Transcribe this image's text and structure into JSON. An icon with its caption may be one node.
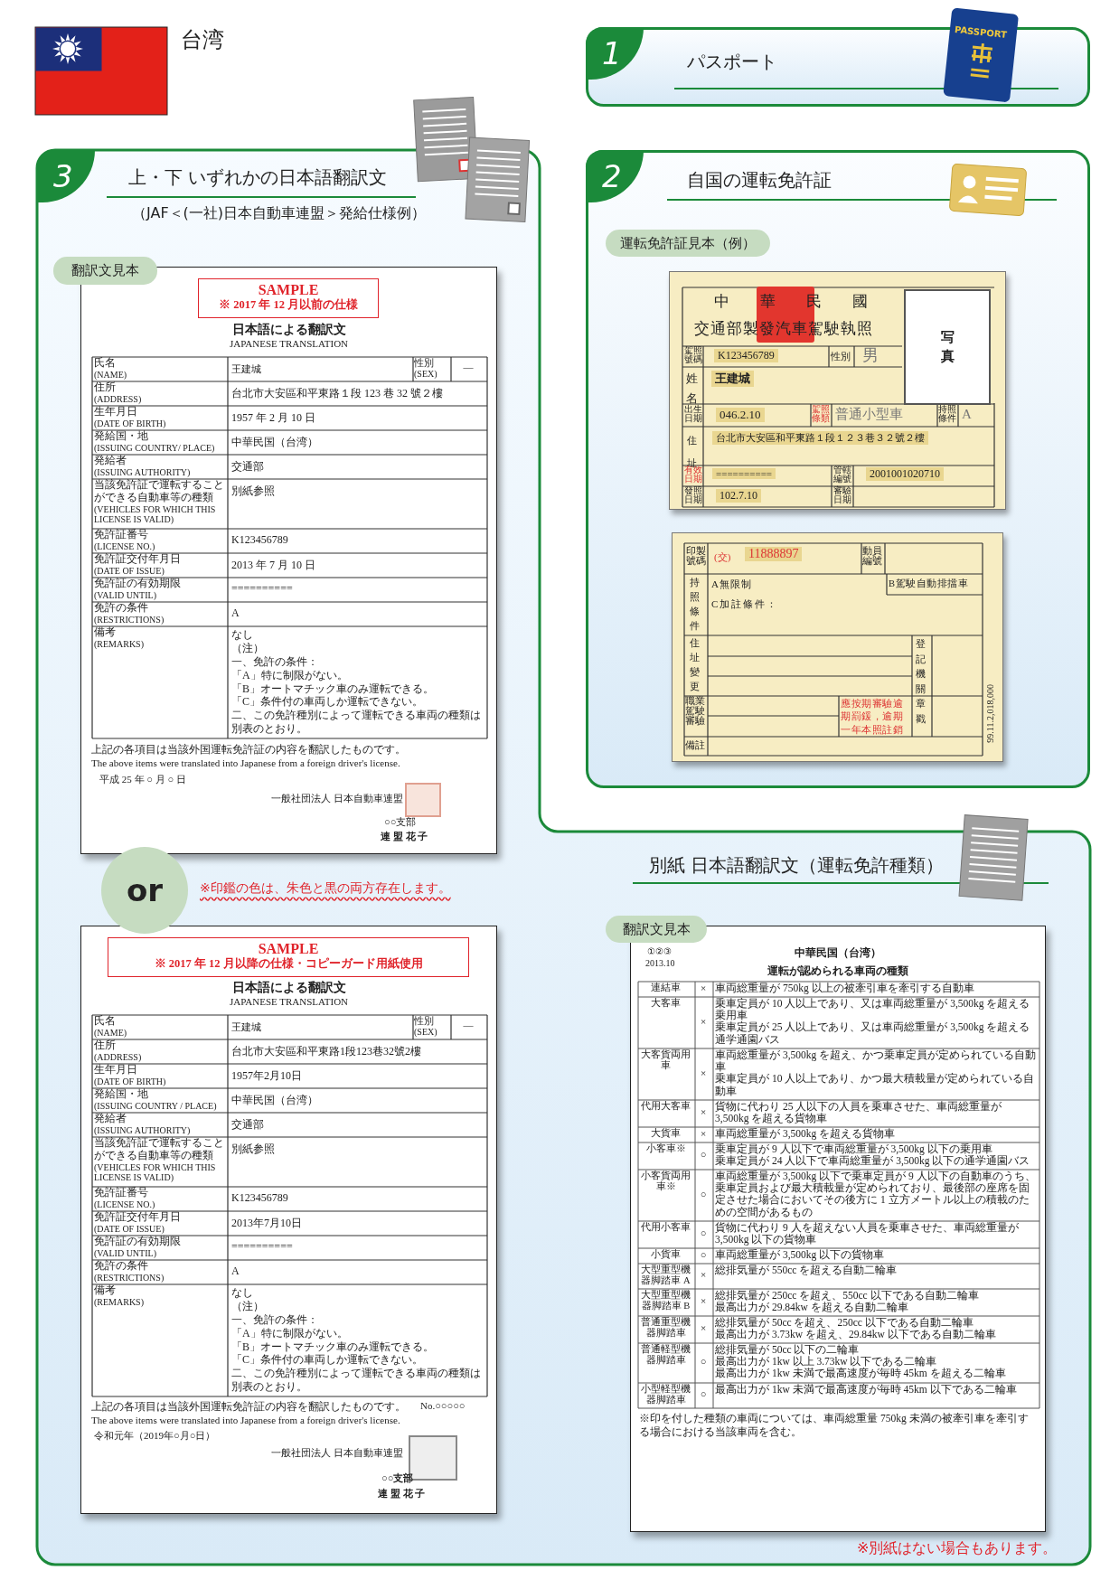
{
  "diagram": {
    "title": "台湾",
    "nodes": [
      {
        "text": [
          "1",
          "パスポート"
        ]
      },
      {
        "text": [
          "2",
          "自国の運転免許証"
        ]
      },
      {
        "text": [
          "運転免許証見本（例）"
        ],
        "in": 1
      },
      {
        "text": [
          "写真"
        ],
        "in": 1
      },
      {
        "text": [
          "3",
          "上・下 いずれかの日本語翻訳文",
          "（JAF＜(一社)日本自動車連盟＞発給仕様例）",
          "別紙 日本語翻訳文（運転免許種類）"
        ]
      },
      {
        "text": [
          "翻訳文見本"
        ],
        "in": 4
      },
      {
        "text": [
          "SAMPLE",
          "※ 2017 年 12 月以前の仕様"
        ],
        "in": 4
      },
      {
        "text": [
          "or"
        ],
        "in": 4
      },
      {
        "text": [
          "SAMPLE",
          "※ 2017 年 12 月以降の仕様・コピーガード用紙使用"
        ],
        "in": 4
      },
      {
        "text": [
          "翻訳文見本"
        ],
        "in": 4
      }
    ],
    "edges": [],
    "labels": [
      "PASSPORT",
      "中華民國",
      "交通部製發汽車駕駛執照",
      "駕照號碼",
      "K123456789",
      "性別",
      "男",
      "姓名",
      "王建城",
      "出生日期",
      "046.2.10",
      "駕照條類",
      "普通小型車",
      "持照條件",
      "A",
      "住址",
      "台北市大安區和平東路１段１２３巷３２號２樓",
      "有效日期",
      "==========",
      "管轄編號",
      "2001001020710",
      "發照日期",
      "102.7.10",
      "審驗日期",
      "印製號碼",
      "(交)",
      "11888897",
      "動員編號",
      "持照條件",
      "A無限制",
      "B駕駛自動排擋車",
      "C加註條件：",
      "住址變更",
      "登記機關章戳",
      "職業駕駛審驗",
      "應按期審驗逾期罰鍰，逾期一年本照註銷",
      "備註",
      "99.11.2,018,000",
      "日本語による翻訳文",
      "JAPANESE TRANSLATION",
      "氏名",
      "(NAME)",
      "王建城",
      "性別",
      "(SEX)",
      "—",
      "住所",
      "(ADDRESS)",
      "台北市大安區和平東路１段 123 巷 32 號２樓",
      "生年月日",
      "(DATE OF BIRTH)",
      "1957 年 2 月 10 日",
      "発給国・地",
      "(ISSUING COUNTRY/ PLACE)",
      "中華民国（台湾）",
      "発給者",
      "(ISSUING AUTHORITY)",
      "交通部",
      "当該免許証で運転することができる自動車等の種類",
      "(VEHICLES FOR WHICH THIS LICENSE IS VALID)",
      "別紙参照",
      "免許証番号",
      "(LICENSE NO.)",
      "K123456789",
      "免許証交付年月日",
      "(DATE OF ISSUE)",
      "2013 年 7 月 10 日",
      "免許証の有効期限",
      "(VALID UNTIL)",
      "==========",
      "免許の条件",
      "(RESTRICTIONS)",
      "A",
      "備考",
      "(REMARKS)",
      "なし",
      "（注）",
      "一、免許の条件：",
      "「A」特に制限がない。",
      "「B」オートマチック車のみ運転できる。",
      "「C」条件付の車両しか運転できない。",
      "二、この免許種別によって運転できる車両の種類は別表のとおり。",
      "上記の各項目は当該外国運転免許証の内容を翻訳したものです。",
      "The above items were translated into Japanese from a foreign driver's license.",
      "平成 25 年 ○ 月 ○ 日",
      "一般社団法人 日本自動車連盟",
      "○○支部",
      "連 盟 花 子",
      "※印鑑の色は、朱色と黒の両方存在します。",
      "日本語による翻訳文",
      "JAPANESE TRANSLATION",
      "氏名",
      "(NAME)",
      "王建城",
      "性別",
      "(SEX)",
      "—",
      "住所",
      "(ADDRESS)",
      "台北市大安區和平東路1段123巷32號2樓",
      "生年月日",
      "(DATE OF BIRTH)",
      "1957年2月10日",
      "発給国・地",
      "(ISSUING COUNTRY / PLACE)",
      "中華民国（台湾）",
      "発給者",
      "(ISSUING AUTHORITY)",
      "交通部",
      "当該免許証で運転することができる自動車等の種類",
      "(VEHICLES FOR WHICH THIS LICENSE IS VALID)",
      "別紙参照",
      "免許証番号",
      "(LICENSE NO.)",
      "K123456789",
      "免許証交付年月日",
      "(DATE OF ISSUE)",
      "2013年7月10日",
      "免許証の有効期限",
      "(VALID UNTIL)",
      "==========",
      "免許の条件",
      "(RESTRICTIONS)",
      "A",
      "備考",
      "(REMARKS)",
      "なし",
      "（注）",
      "一、免許の条件：",
      "「A」特に制限がない。",
      "「B」オートマチック車のみ運転できる。",
      "「C」条件付の車両しか運転できない。",
      "二、この免許種別によって運転できる車両の種類は別表のとおり。",
      "上記の各項目は当該外国運転免許証の内容を翻訳したものです。",
      "No.○○○○○",
      "The above items were translated into Japanese from a foreign driver's license.",
      "令和元年（2019年○月○日）",
      "一般社団法人 日本自動車連盟",
      "○○支部",
      "連 盟 花 子",
      "①②③",
      "2013.10",
      "中華民国（台湾）",
      "運転が認められる車両の種類",
      "連結車",
      "×",
      "車両総重量が 750kg 以上の被牽引車を牽引する自動車",
      "大客車",
      "×",
      "乗車定員が 10 人以上であり、又は車両総重量が 3,500kg を超える乗用車",
      "乗車定員が 25 人以上であり、又は車両総重量が 3,500kg を超える通学通園バス",
      "大客貨両用車",
      "×",
      "車両総重量が 3,500kg を超え、かつ乗車定員が定められている自動車",
      "乗車定員が 10 人以上であり、かつ最大積載量が定められている自動車",
      "代用大客車",
      "×",
      "貨物に代わり 25 人以下の人員を乗車させた、車両総重量が 3,500kg を超える貨物車",
      "大貨車",
      "×",
      "車両総重量が 3,500kg を超える貨物車",
      "小客車※",
      "○",
      "乗車定員が 9 人以下で車両総重量が 3,500kg 以下の乗用車",
      "乗車定員が 24 人以下で車両総重量が 3,500kg 以下の通学通園バス",
      "小客貨両用車※",
      "○",
      "車両総重量が 3,500kg 以下で乗車定員が 9 人以下の自動車のうち、乗車定員および最大積載量が定められており、最後部の座席を固定させた場合においてその後方に 1 立方メートル以上の積載のための空間があるもの",
      "代用小客車",
      "○",
      "貨物に代わり 9 人を超えない人員を乗車させた、車両総重量が 3,500kg 以下の貨物車",
      "小貨車",
      "○",
      "車両総重量が 3,500kg 以下の貨物車",
      "大型重型機器脚踏車 A",
      "×",
      "総排気量が 550cc を超える自動二輪車",
      "大型重型機器脚踏車 B",
      "×",
      "総排気量が 250cc を超え、550cc 以下である自動二輪車",
      "最高出力が 29.84kw を超える自動二輪車",
      "普通重型機器脚踏車",
      "×",
      "総排気量が 50cc を超え、250cc 以下である自動二輪車",
      "最高出力が 3.73kw を超え、29.84kw 以下である自動二輪車",
      "普通軽型機器脚踏車",
      "○",
      "総排気量が 50cc 以下の二輪車",
      "最高出力が 1kw 以上 3.73kw 以下である二輪車",
      "最高出力が 1kw 未満で最高速度が毎時 45km を超える二輪車",
      "小型軽型機器脚踏車",
      "○",
      "最高出力が 1kw 未満で最高速度が毎時 45km 以下である二輪車",
      "※印を付した種類の車両については、車両総重量 750kg 未満の被牽引車を牽引する場合における当該車両を含む。",
      "※別紙はない場合もあります。"
    ]
  }
}
